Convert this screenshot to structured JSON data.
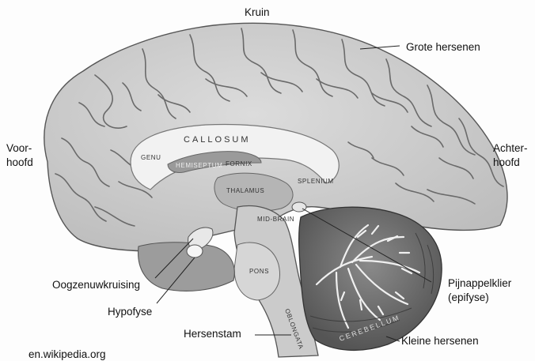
{
  "diagram": {
    "labels": {
      "top": "Kruin",
      "cerebrum": "Grote hersenen",
      "front_line1": "Voor-",
      "front_line2": "hoofd",
      "back_line1": "Achter-",
      "back_line2": "hoofd",
      "optic_chiasm": "Oogzenuwkruising",
      "pituitary": "Hypofyse",
      "brainstem": "Hersenstam",
      "pineal_line1": "Pijnappelklier",
      "pineal_line2": "(epifyse)",
      "cerebellum": "Kleine hersenen"
    },
    "internal_labels": {
      "callosum": "CALLOSUM",
      "genu": "GENU",
      "hemiseptum": "HEMISEPTUM",
      "fornix": "FORNIX",
      "thalamus": "THALAMUS",
      "splenium": "SPLENIUM",
      "mid_brain": "MID-BRAIN",
      "pons": "PONS",
      "oblongata": "OBLONGATA",
      "cerebellum": "CEREBELLUM"
    },
    "credit": "en.wikipedia.org"
  },
  "colors": {
    "brain_fill": "#cfcfcf",
    "fold_stroke": "#6a6a6a",
    "callosum_fill": "#f2f2f2",
    "cerebellum_fill": "#6f6f6f",
    "leader_line": "#222222"
  }
}
